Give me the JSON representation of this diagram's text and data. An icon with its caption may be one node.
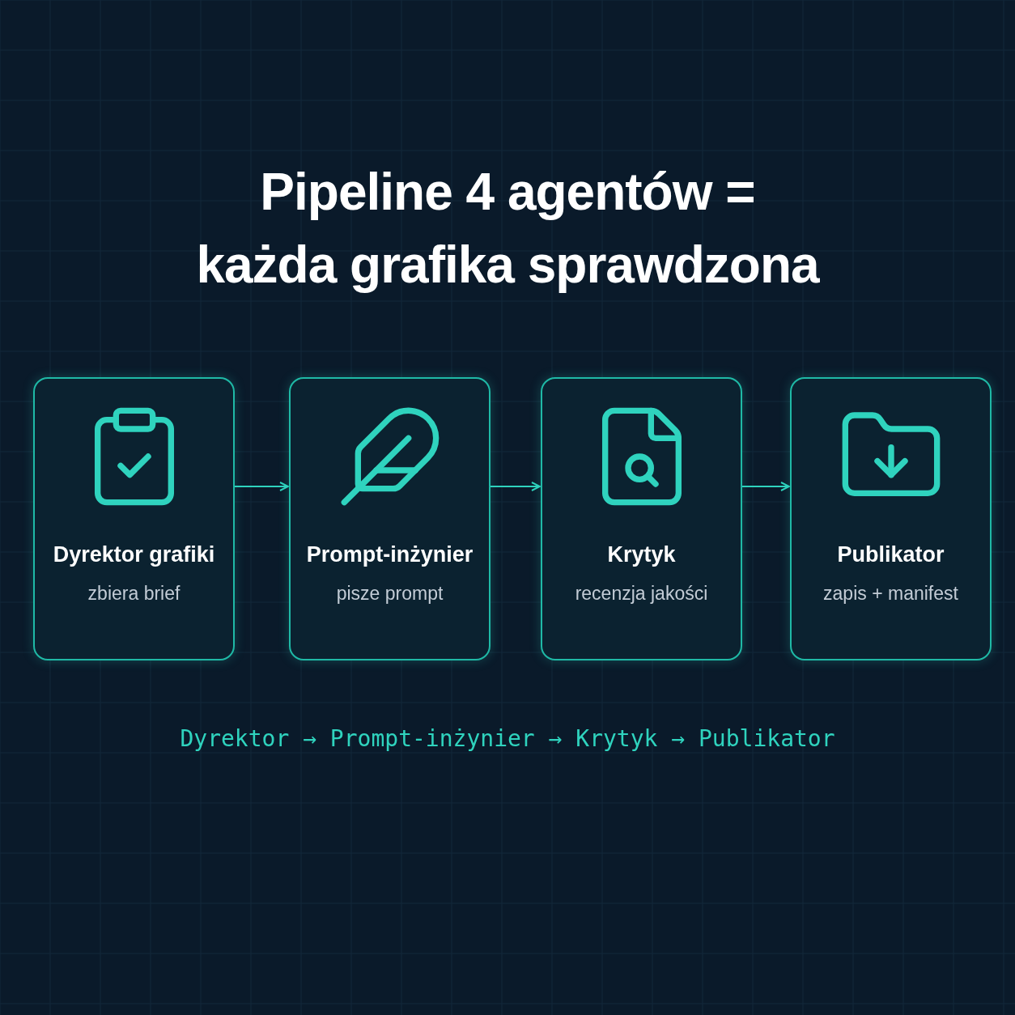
{
  "diagram": {
    "title": "Pipeline 4 agentów = każda grafika sprawdzona",
    "nodes": [
      {
        "text": [
          "Dyrektor grafiki",
          "zbiera brief"
        ]
      },
      {
        "text": [
          "Prompt-inżynier",
          "pisze prompt"
        ]
      },
      {
        "text": [
          "Krytyk",
          "recenzja jakości"
        ]
      },
      {
        "text": [
          "Publikator",
          "zapis + manifest"
        ]
      }
    ],
    "edges": [
      {
        "from": 0,
        "to": 1,
        "arrow": "to"
      },
      {
        "from": 1,
        "to": 2,
        "arrow": "to"
      },
      {
        "from": 2,
        "to": 3,
        "arrow": "to"
      }
    ],
    "labels": [
      "Dyrektor → Prompt-inżynier → Krytyk → Publikator"
    ]
  }
}
